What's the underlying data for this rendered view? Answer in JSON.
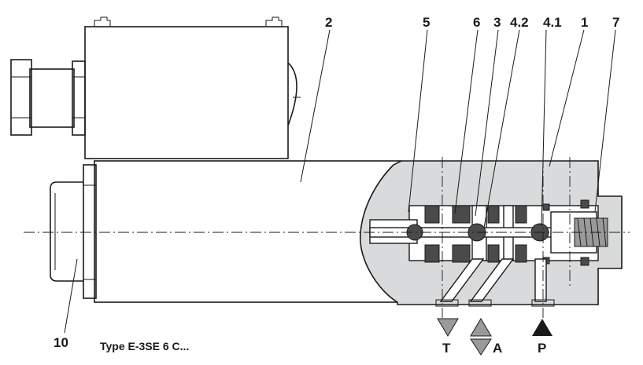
{
  "callouts": {
    "c2": "2",
    "c5": "5",
    "c6": "6",
    "c3": "3",
    "c42": "4.2",
    "c41": "4.1",
    "c1": "1",
    "c7": "7",
    "c10": "10"
  },
  "ports": {
    "t": "T",
    "a": "A",
    "p": "P"
  },
  "caption": "Type E-3SE 6 C...",
  "colors": {
    "line": "#1a1a1a",
    "housing": "#d9dadb",
    "dark_part": "#4a4a4a",
    "port_symbol": "#9a9a9a"
  }
}
